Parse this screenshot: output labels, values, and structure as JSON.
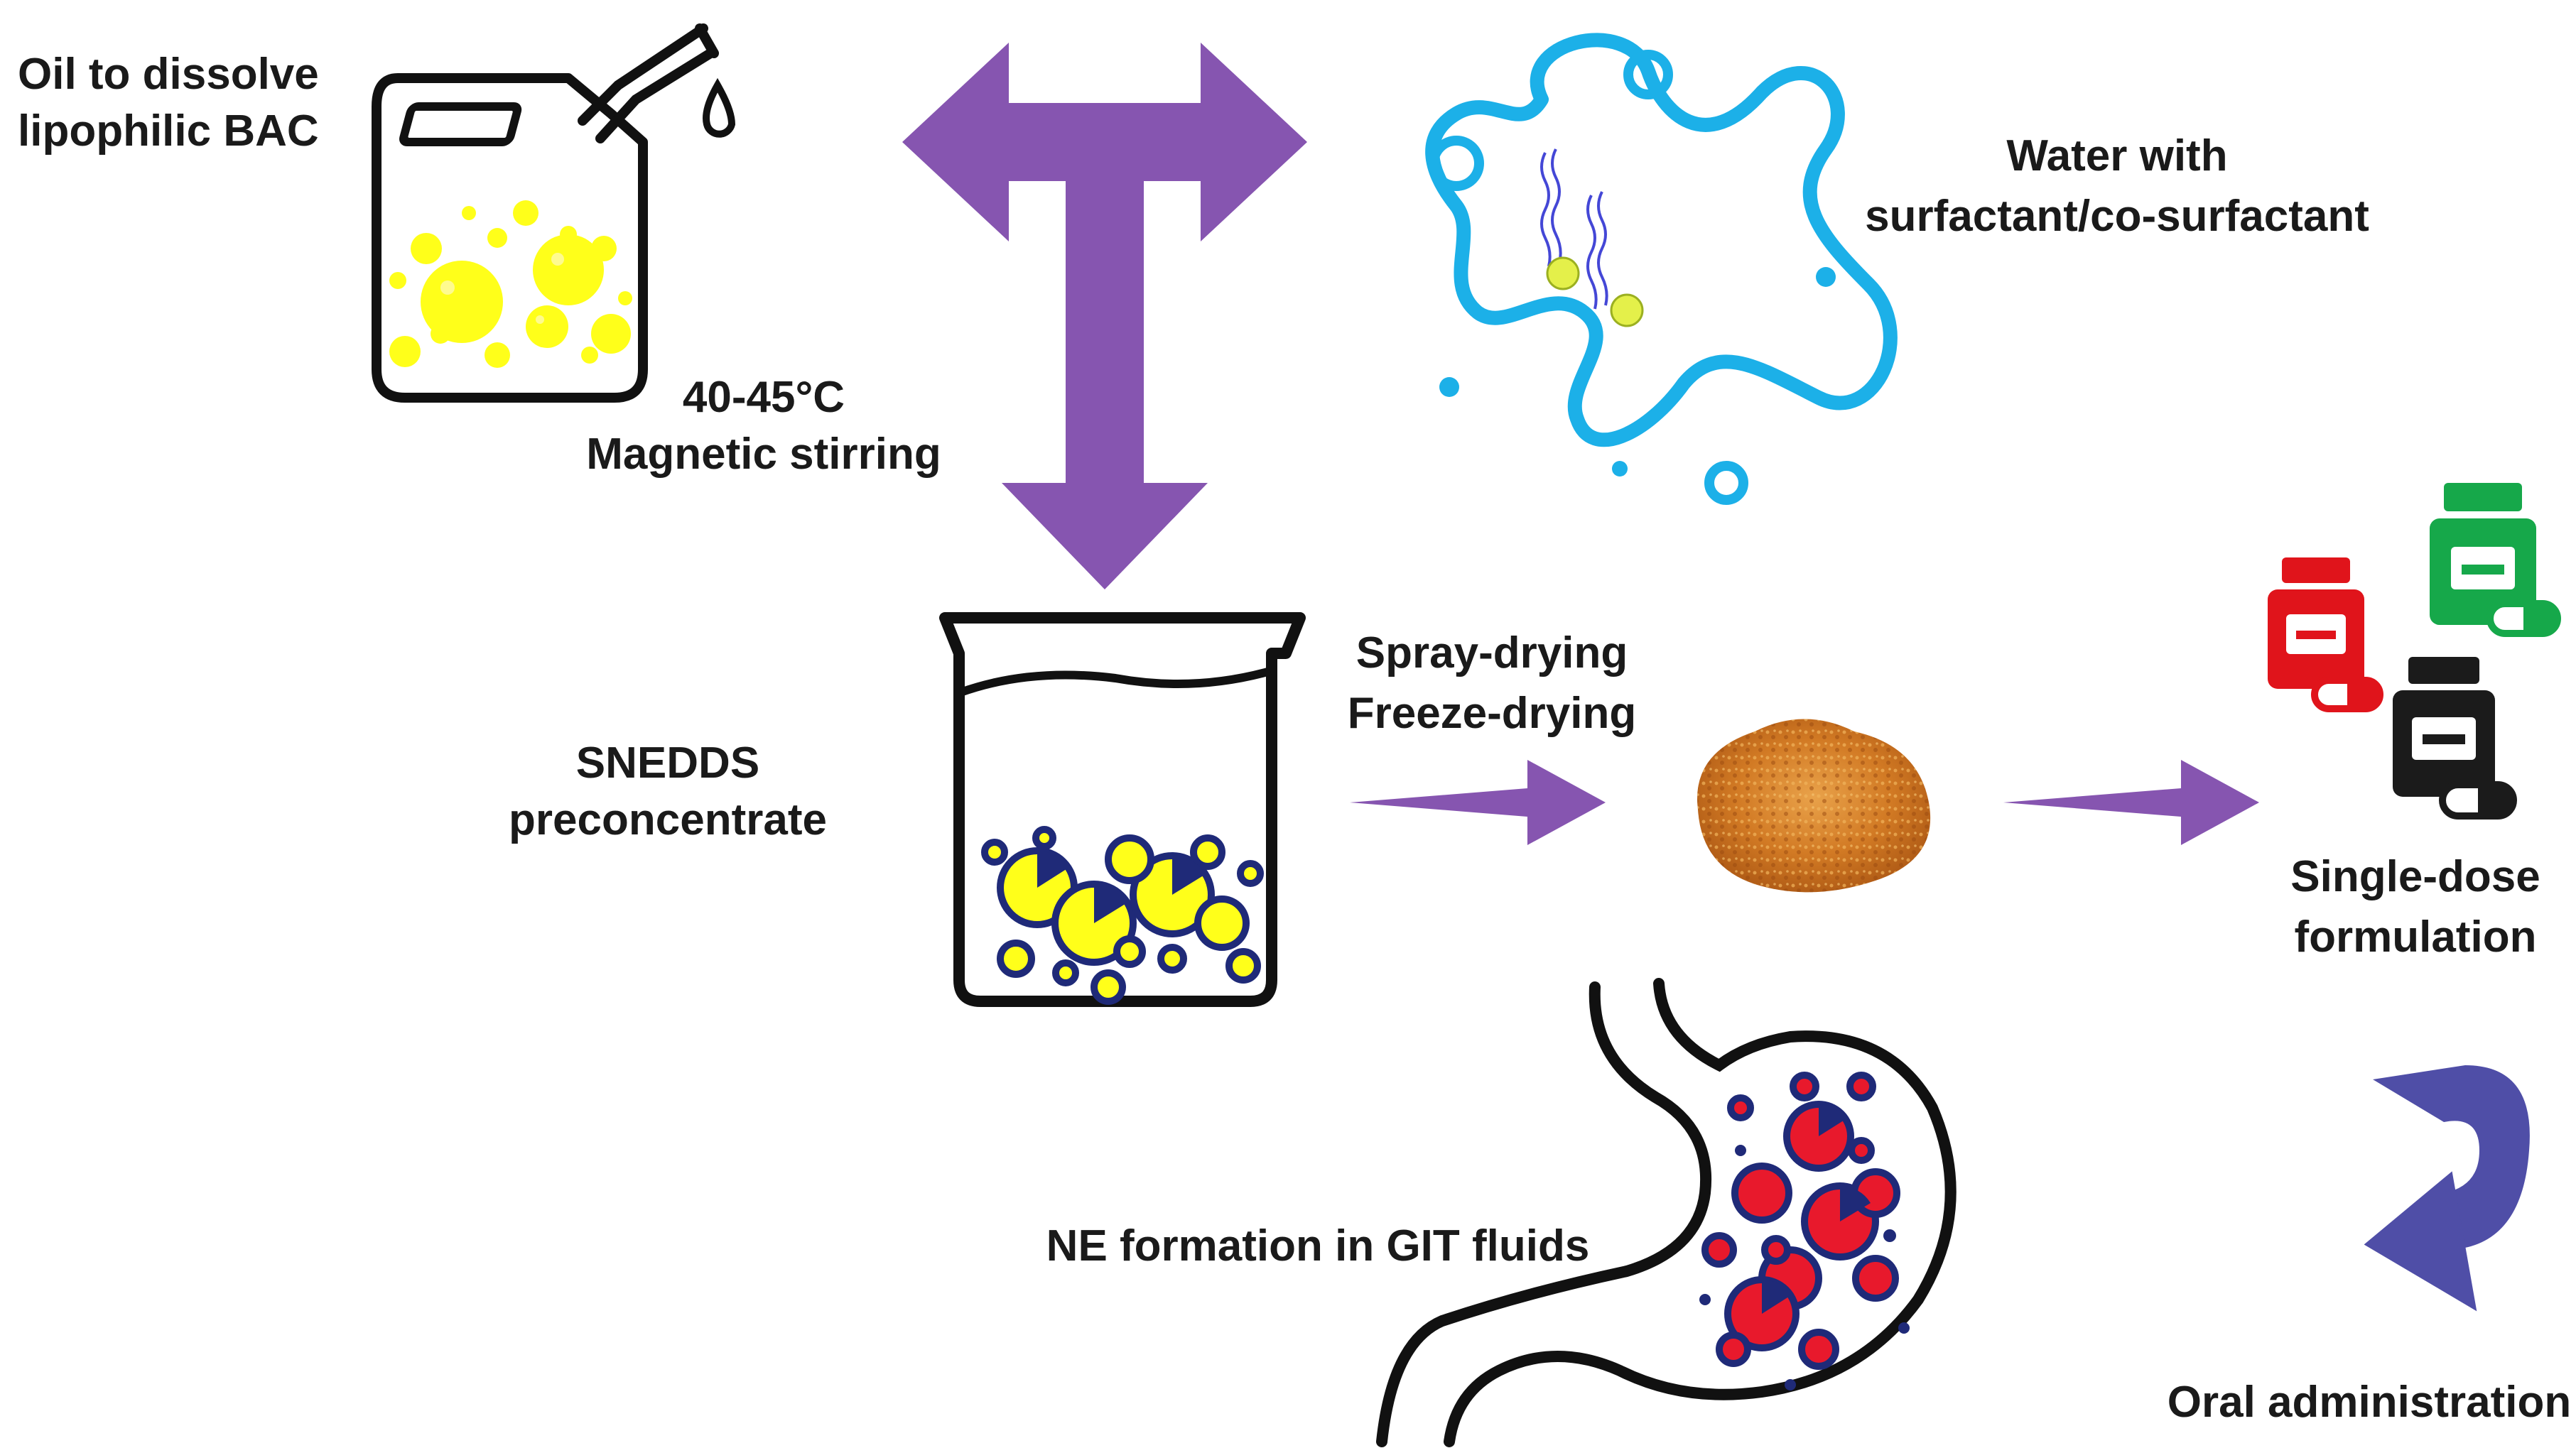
{
  "labels": {
    "oil_line1": "Oil to dissolve",
    "oil_line2": "lipophilic BAC",
    "temp": "40-45°C",
    "stirring": "Magnetic stirring",
    "water_line1": "Water with",
    "water_line2": "surfactant/co-surfactant",
    "snedds_line1": "SNEDDS",
    "snedds_line2": "preconcentrate",
    "spray": "Spray-drying",
    "freeze": "Freeze-drying",
    "single_line1": "Single-dose",
    "single_line2": "formulation",
    "ne_formation": "NE formation in GIT fluids",
    "oral": "Oral administration"
  },
  "colors": {
    "arrow_purple": "#8655b0",
    "oral_arrow": "#4f4ea7",
    "micelle_blue": "#1cb0e8",
    "oil_yellow": "#ffff1a",
    "droplet_navy": "#1f2a78",
    "stomach_red": "#e8192c",
    "bottle_red": "#e0141b",
    "bottle_green": "#16a84a",
    "bottle_black": "#1b1b1b",
    "powder_orange": "#d9822b"
  },
  "icons": [
    "oil-canister-icon",
    "micelle-icon",
    "beaker-icon",
    "powder-icon",
    "pill-bottle-icon",
    "stomach-icon",
    "curved-return-arrow-icon"
  ]
}
